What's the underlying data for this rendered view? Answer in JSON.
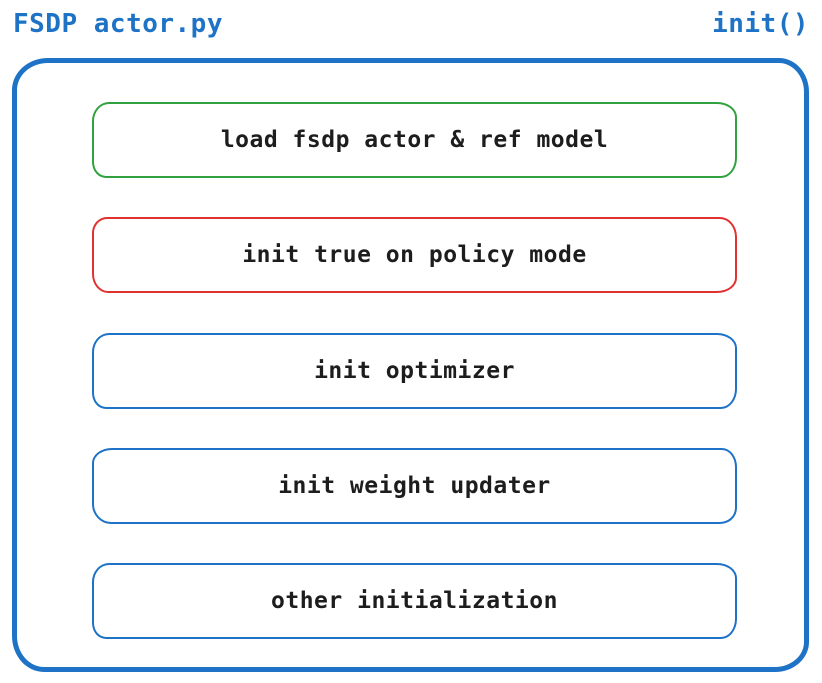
{
  "header": {
    "file_label": "FSDP actor.py",
    "function_label": "init()"
  },
  "colors": {
    "blue": "#1e73c6",
    "green": "#31a23f",
    "red": "#e13232",
    "text": "#1d1d1d"
  },
  "diagram": {
    "steps": [
      {
        "label": "load fsdp actor & ref model",
        "color": "green"
      },
      {
        "label": "init true on policy mode",
        "color": "red"
      },
      {
        "label": "init optimizer",
        "color": "blue"
      },
      {
        "label": "init weight updater",
        "color": "blue"
      },
      {
        "label": "other initialization",
        "color": "blue"
      }
    ]
  }
}
